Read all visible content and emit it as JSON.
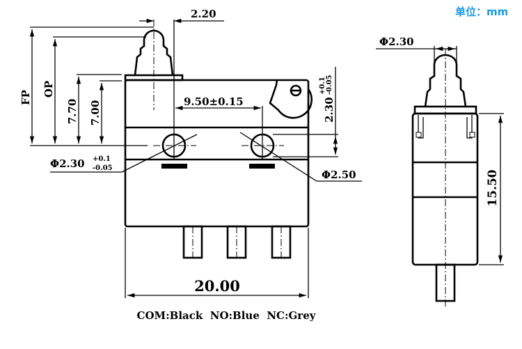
{
  "unit_label": "单位：mm",
  "front_view": {
    "plunger_offset": "2.20",
    "label_fp": "FP",
    "label_op": "OP",
    "height_770": "7.70",
    "height_700": "7.00",
    "hole_pitch": "9.50±0.15",
    "hole_offset": "2.30",
    "hole_offset_tol_upper": "+0.1",
    "hole_offset_tol_lower": "-0.05",
    "hole_left_dia": "Φ2.30",
    "hole_left_tol_upper": "+0.1",
    "hole_left_tol_lower": "-0.05",
    "hole_right_dia": "Φ2.50",
    "width": "20.00"
  },
  "side_view": {
    "plunger_dia": "Φ2.30",
    "height": "15.50"
  },
  "wire_legend": "COM:Black  NO:Blue  NC:Grey"
}
